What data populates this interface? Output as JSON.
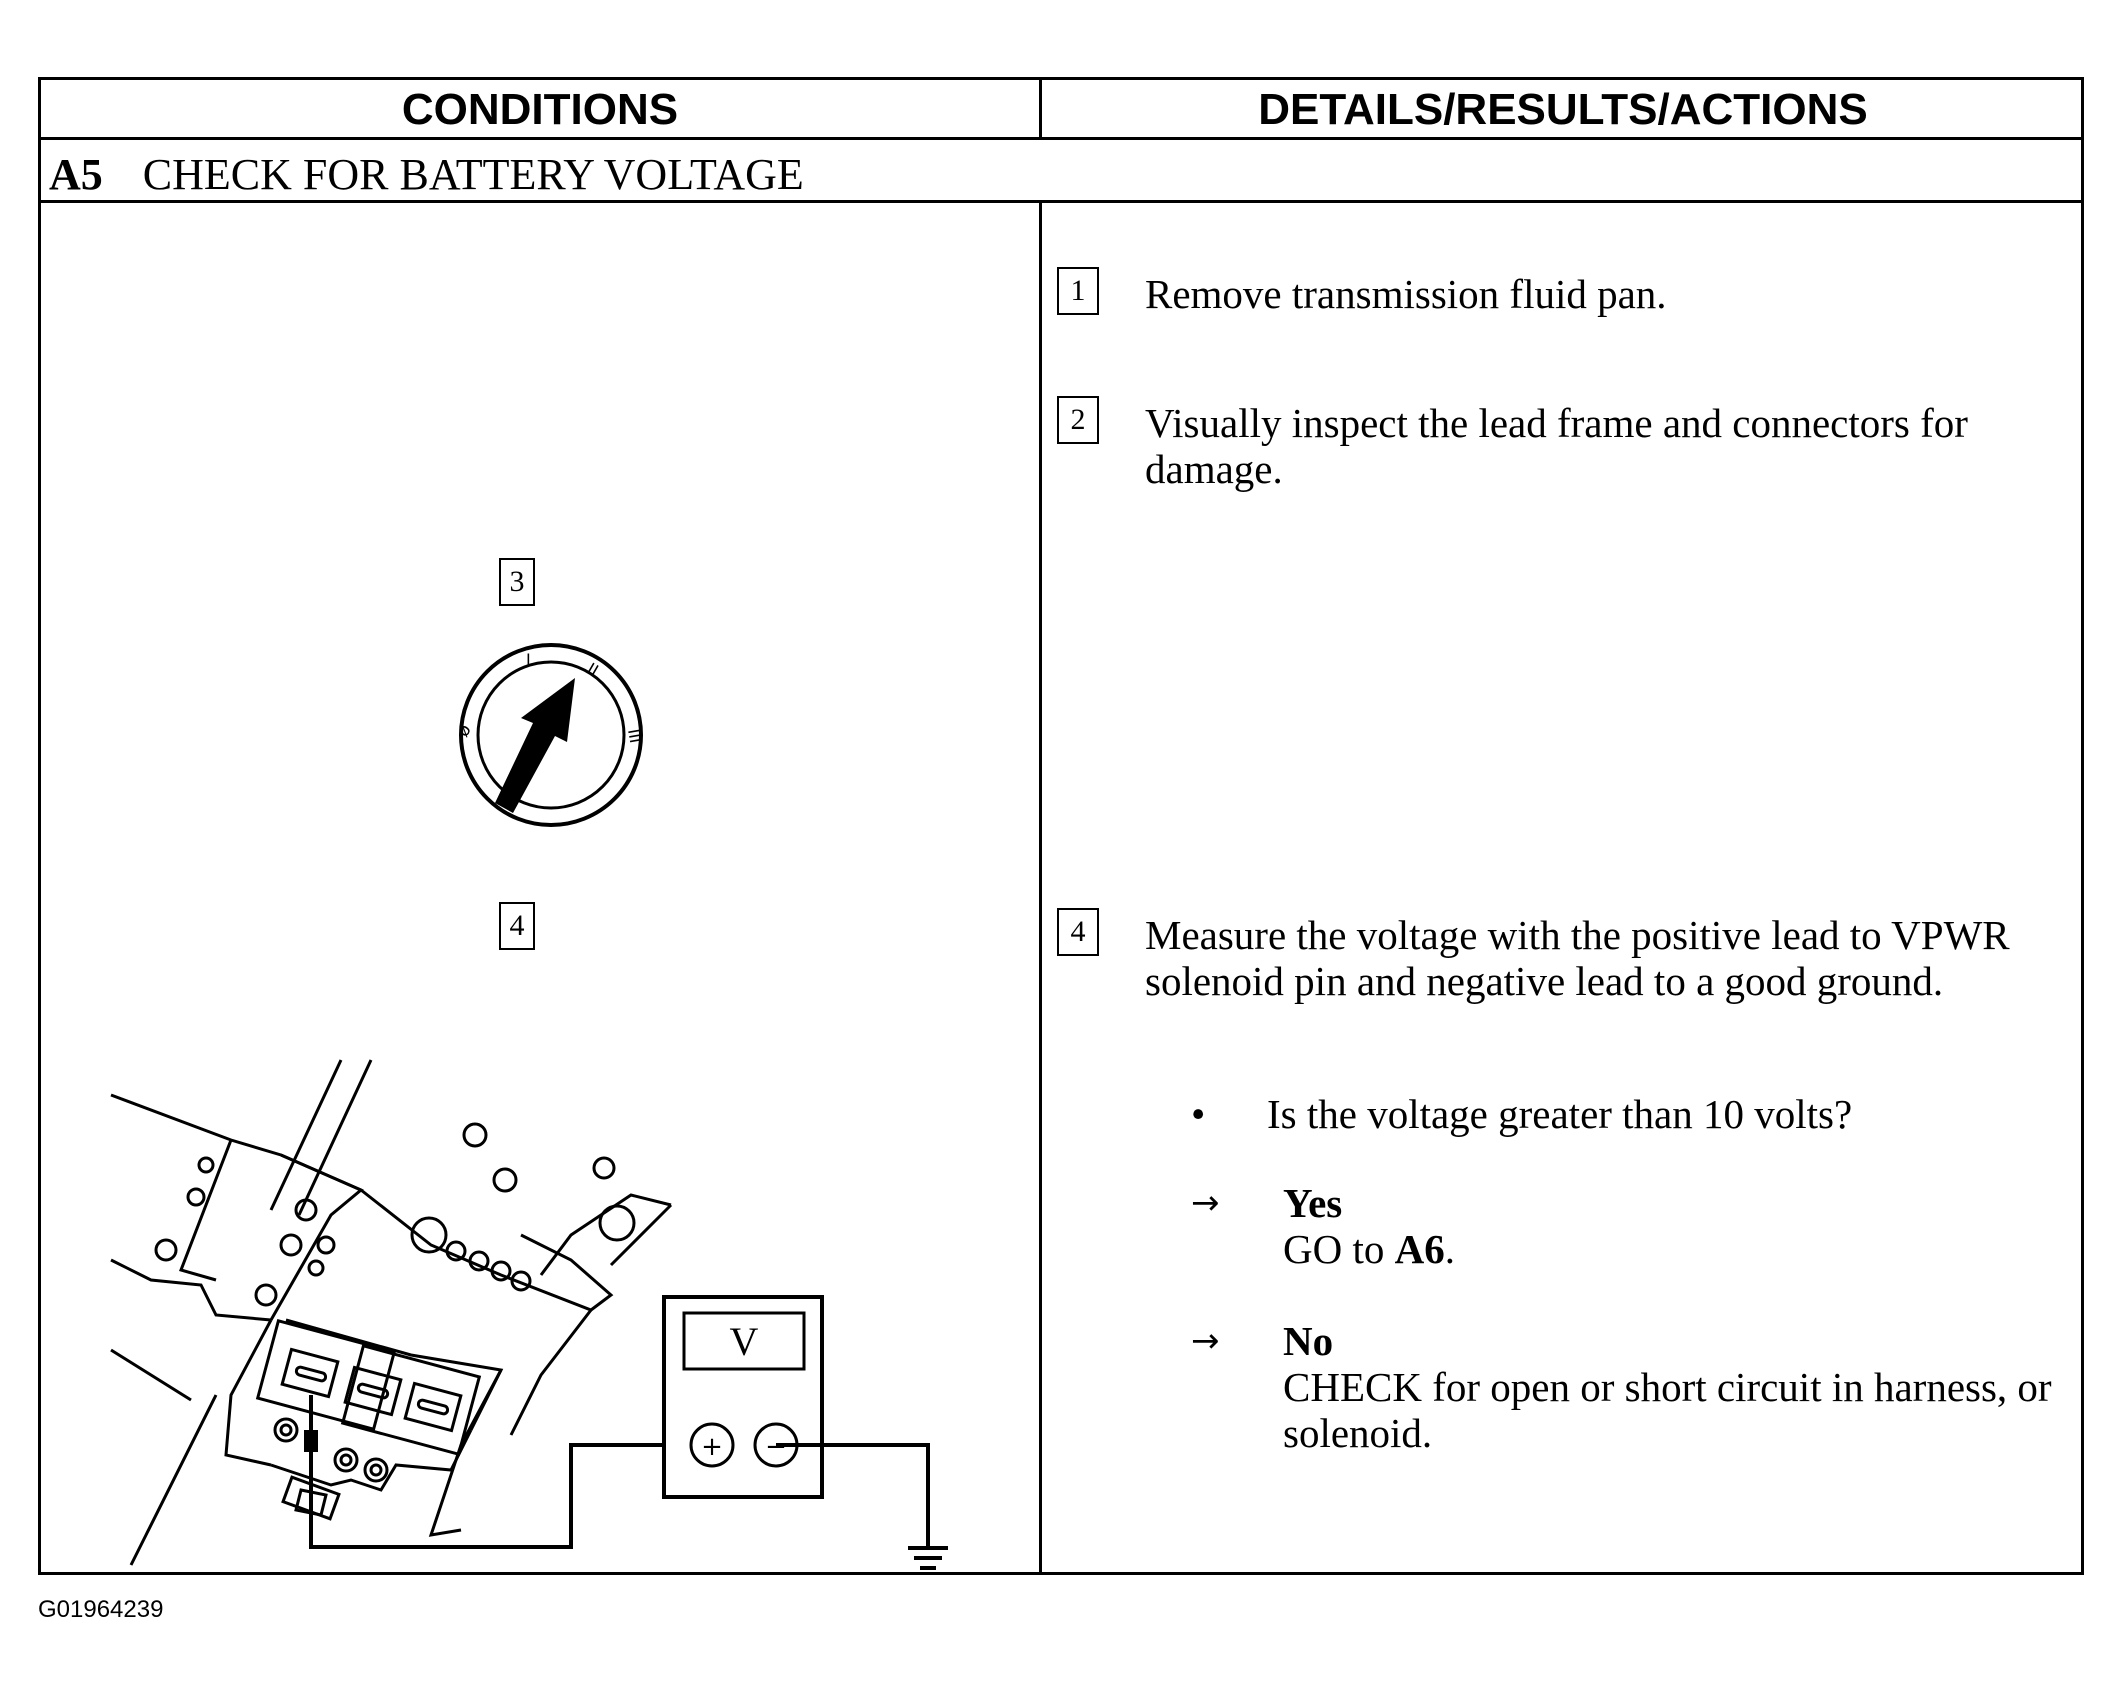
{
  "header": {
    "left": "CONDITIONS",
    "right": "DETAILS/RESULTS/ACTIONS"
  },
  "section": {
    "id": "A5",
    "title": "CHECK FOR BATTERY VOLTAGE"
  },
  "steps": [
    {
      "num": "1",
      "text": "Remove transmission fluid pan."
    },
    {
      "num": "2",
      "text": "Visually inspect the lead frame and connectors for damage."
    },
    {
      "num": "4",
      "text": "Measure the voltage with the positive lead to VPWR solenoid pin and negative lead to a good ground."
    }
  ],
  "question": "Is the voltage greater than 10 volts?",
  "yes": {
    "label": "Yes",
    "action_prefix": "GO to ",
    "action_target": "A6",
    "action_suffix": "."
  },
  "no": {
    "label": "No",
    "action": "CHECK for open or short circuit in harness, or solenoid."
  },
  "figure": {
    "switch_step": "3",
    "meter_step": "4",
    "switch_positions": [
      "ø",
      "I",
      "II",
      "III"
    ],
    "meter_unit": "V",
    "meter_plus": "+",
    "meter_minus": "−"
  },
  "footer_code": "G01964239"
}
